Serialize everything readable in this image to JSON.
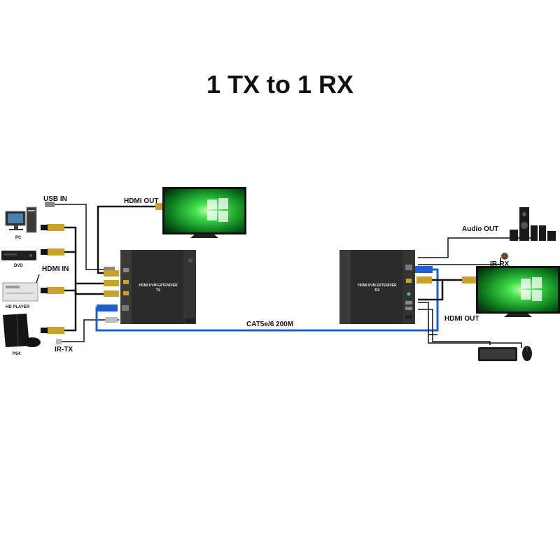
{
  "title": "1 TX to 1 RX",
  "labels": {
    "usb_in": "USB IN",
    "hdmi_in": "HDMI IN",
    "ir_tx": "IR-TX",
    "hdmi_out_tx": "HDMI OUT",
    "audio_out": "Audio OUT",
    "ir_rx": "IR-RX",
    "hdmi_out_rx": "HDMI OUT",
    "cable": "CAT5e/6 200M"
  },
  "sources": {
    "pc": "PC",
    "dvd": "DVD",
    "hd_player": "HD PLAYER",
    "ps4": "PS4"
  },
  "devices": {
    "tx_line1": "HDMI KVM EXTENDIER",
    "tx_line2": "TX",
    "rx_line1": "HDMI KVM EXTENDIER",
    "rx_line2": "RX"
  },
  "colors": {
    "cable_blue": "#1f5fd0",
    "device_body": "#2b2b2b",
    "screen_green": "#1fbf3a"
  }
}
